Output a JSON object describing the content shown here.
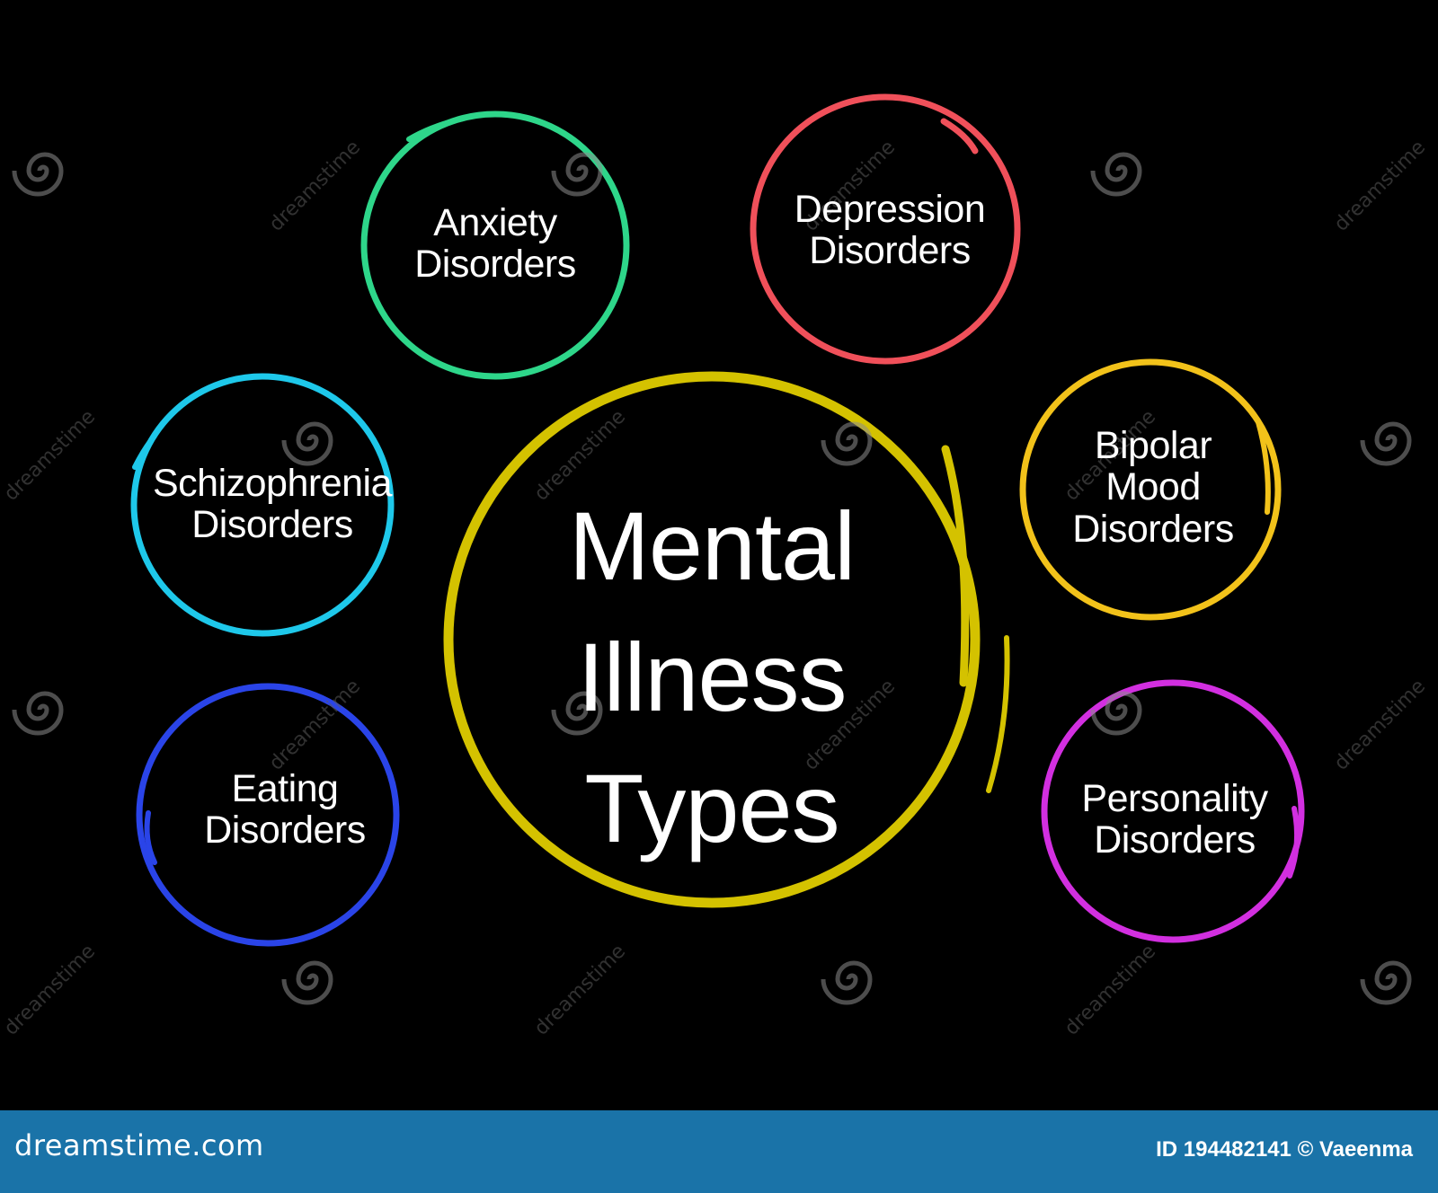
{
  "diagram": {
    "center": {
      "title": "Mental\nIllness\nTypes",
      "color": "#d4c200"
    },
    "nodes": [
      {
        "id": "anxiety",
        "label": "Anxiety\nDisorders",
        "color": "#2ed68a"
      },
      {
        "id": "depression",
        "label": "Depression\nDisorders",
        "color": "#f0505a"
      },
      {
        "id": "schizophrenia",
        "label": "Schizophrenia\nDisorders",
        "color": "#1ec8ea"
      },
      {
        "id": "bipolar",
        "label": "Bipolar\nMood\nDisorders",
        "color": "#f2c21a"
      },
      {
        "id": "eating",
        "label": "Eating\nDisorders",
        "color": "#2a44e8"
      },
      {
        "id": "personality",
        "label": "Personality\nDisorders",
        "color": "#d22fe0"
      }
    ]
  },
  "watermark": {
    "text": "dreamstime",
    "brand": "dreamstime.com",
    "credit": "ID 194482141 © Vaeenma"
  }
}
